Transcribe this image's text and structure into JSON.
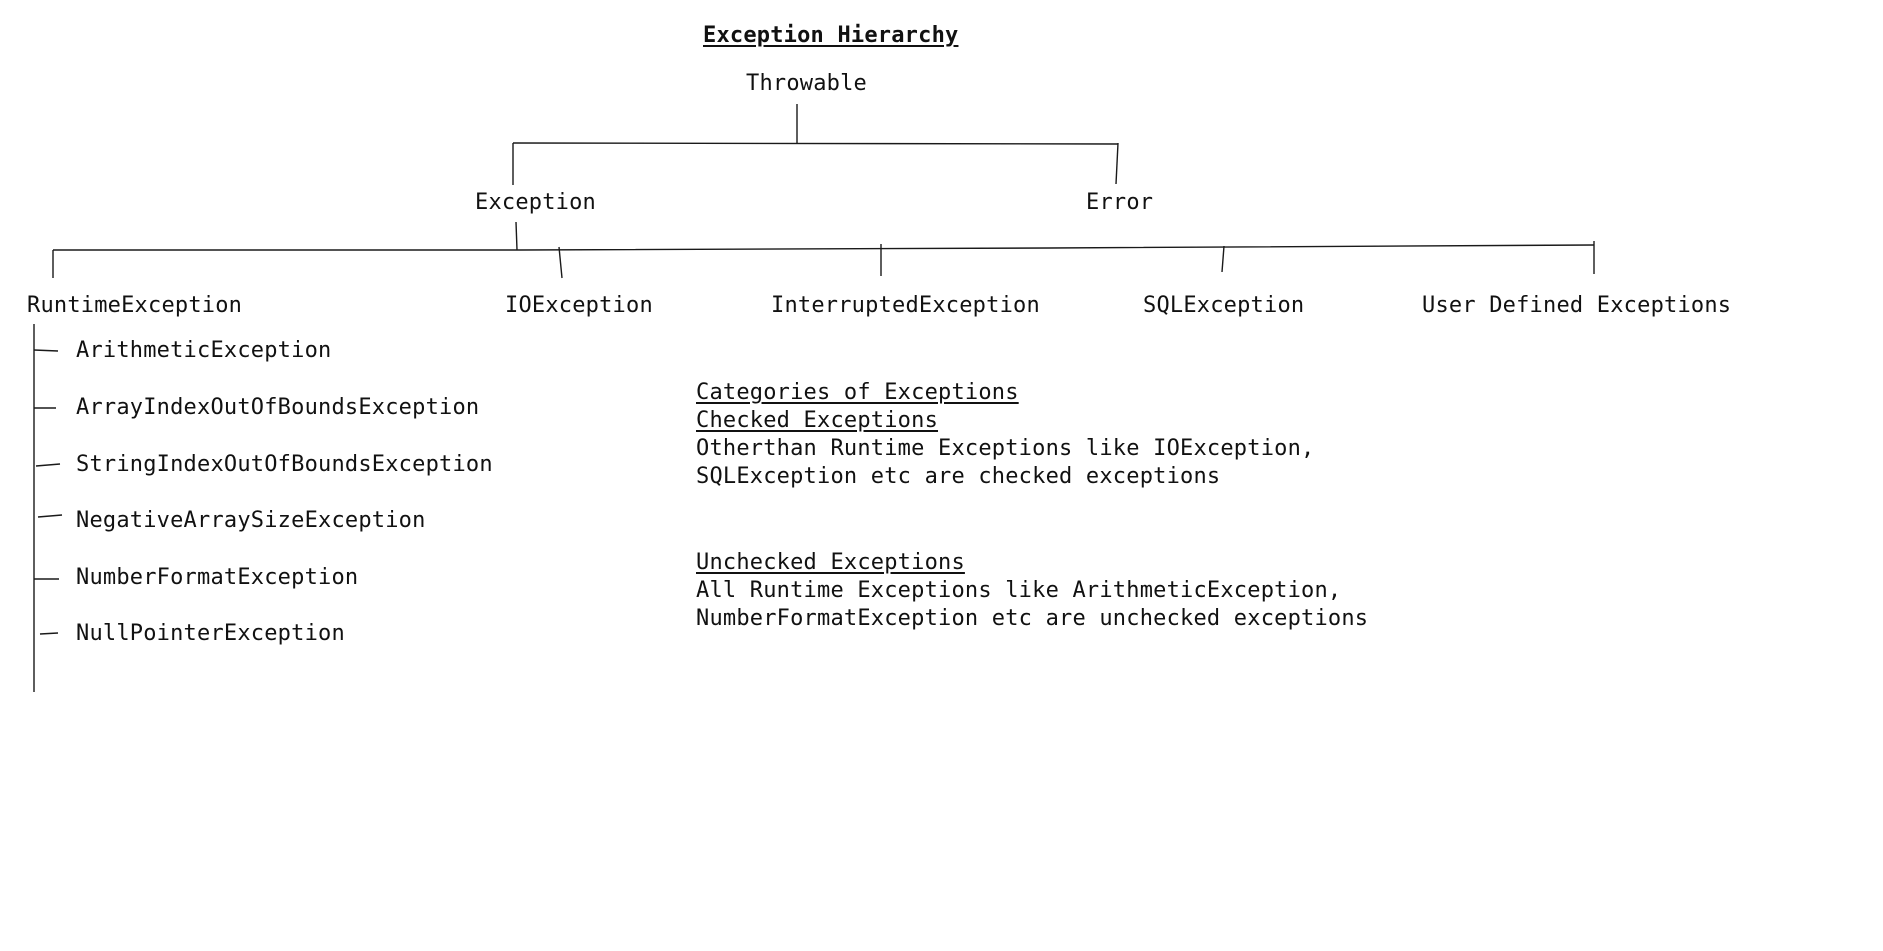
{
  "diagram": {
    "title": "Exception Hierarchy",
    "nodes": {
      "throwable": "Throwable",
      "exception": "Exception",
      "error": "Error",
      "runtime_exception": "RuntimeException",
      "io_exception": "IOException",
      "interrupted_exception": "InterruptedException",
      "sql_exception": "SQLException",
      "user_defined": "User Defined Exceptions"
    },
    "runtime_children": [
      "ArithmeticException",
      "ArrayIndexOutOfBoundsException",
      "StringIndexOutOfBoundsException",
      "NegativeArraySizeException",
      "NumberFormatException",
      "NullPointerException"
    ]
  },
  "notes": {
    "categories_heading": "Categories of Exceptions",
    "checked_heading": "Checked Exceptions",
    "checked_line1": "Otherthan Runtime Exceptions like IOException,",
    "checked_line2": "SQLException etc are checked exceptions",
    "unchecked_heading": "Unchecked Exceptions",
    "unchecked_line1": "All Runtime Exceptions like ArithmeticException,",
    "unchecked_line2": "NumberFormatException etc are unchecked exceptions"
  }
}
